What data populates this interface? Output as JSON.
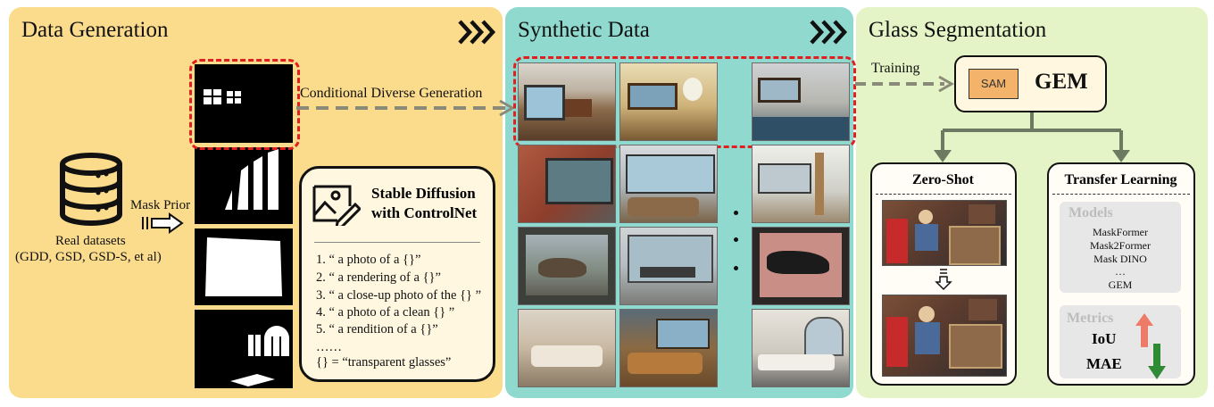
{
  "panels": {
    "data_generation": "Data Generation",
    "synthetic_data": "Synthetic Data",
    "glass_segmentation": "Glass Segmentation"
  },
  "left": {
    "mask_prior": "Mask Prior",
    "real_datasets": "Real datasets",
    "datasets_list": "(GDD, GSD, GSD-S, et al)",
    "conditional": "Conditional Diverse Generation"
  },
  "sd": {
    "title_line1": "Stable Diffusion",
    "title_line2": "with ControlNet",
    "prompts": [
      "1. “ a photo of a {}”",
      "2. “ a rendering of a {}”",
      "3. “ a close-up photo of the {} ”",
      "4. “ a photo of a clean {} ”",
      "5. “ a rendition of a {}”"
    ],
    "ellipsis": "……",
    "placeholder": "{} = “transparent glasses”"
  },
  "right": {
    "training": "Training",
    "sam": "SAM",
    "gem": "GEM",
    "zero_shot": "Zero-Shot",
    "transfer_learning": "Transfer Learning",
    "models_head": "Models",
    "models": [
      "MaskFormer",
      "Mask2Former",
      "Mask DINO",
      "…",
      "GEM"
    ],
    "metrics_head": "Metrics",
    "iou": "IoU",
    "mae": "MAE"
  },
  "colors": {
    "panel_yellow": "#fbdc8c",
    "panel_teal": "#8fd9cf",
    "panel_green": "#e5f4c6",
    "dashed_red": "#e02020",
    "up_arrow": "#ee7b68",
    "down_arrow": "#2f8a35",
    "sam_fill": "#f3b36a"
  }
}
